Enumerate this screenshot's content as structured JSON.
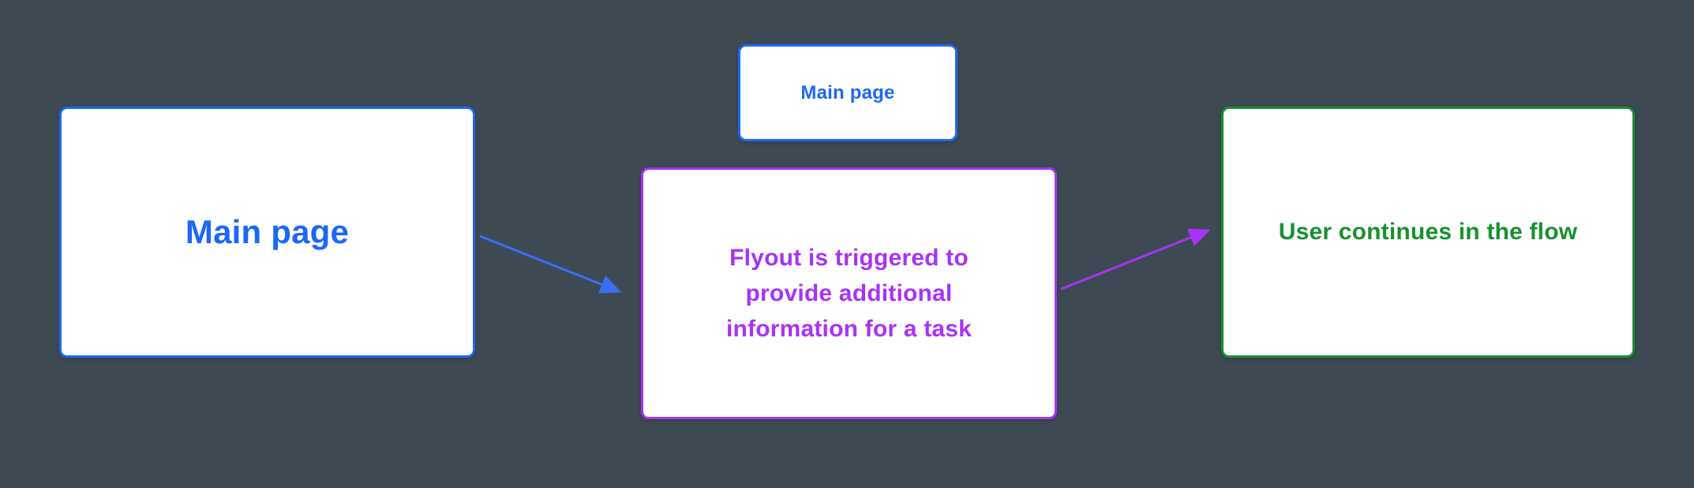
{
  "canvas": {
    "background": "#3E4A53"
  },
  "colors": {
    "blue": "#1B68F7",
    "purple": "#A832F7",
    "green": "#18912F",
    "node_fill": "#FFFFFF"
  },
  "nodes": {
    "main_page_large": {
      "label": "Main page"
    },
    "main_page_small": {
      "label": "Main page"
    },
    "flyout": {
      "label": "Flyout is triggered to provide additional information for a task"
    },
    "continue": {
      "label": "User continues in the flow"
    }
  },
  "edges": {
    "main_to_flyout": {
      "color": "#3B6EF6"
    },
    "flyout_to_continue": {
      "color": "#A832F7"
    }
  }
}
